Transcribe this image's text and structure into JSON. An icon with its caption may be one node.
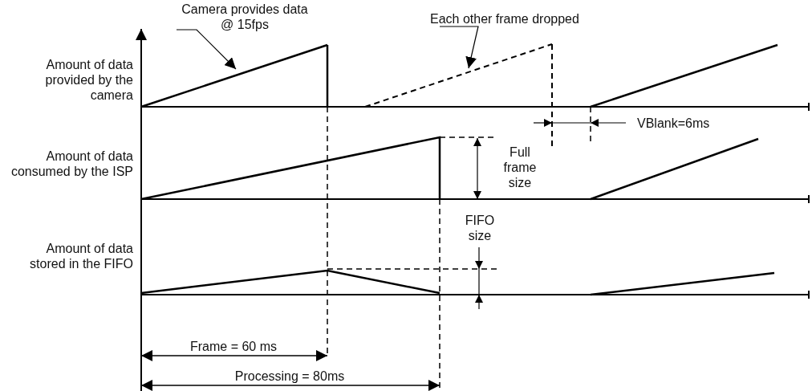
{
  "diagram": {
    "nodes": [
      {
        "text": [
          "Camera provides data @ 15fps"
        ]
      },
      {
        "text": [
          "Each other frame dropped"
        ]
      }
    ],
    "edges": [
      {
        "from": 0,
        "to": null,
        "arrow": "to"
      },
      {
        "from": 1,
        "to": null,
        "arrow": "to"
      }
    ],
    "labels": [
      "Amount of data provided by the camera",
      "Amount of data consumed by the ISP",
      "VBlank=6ms",
      "Full frame size",
      "FIFO size",
      "Amount of data stored in the FIFO",
      "Frame = 60 ms",
      "Processing = 80ms"
    ]
  }
}
